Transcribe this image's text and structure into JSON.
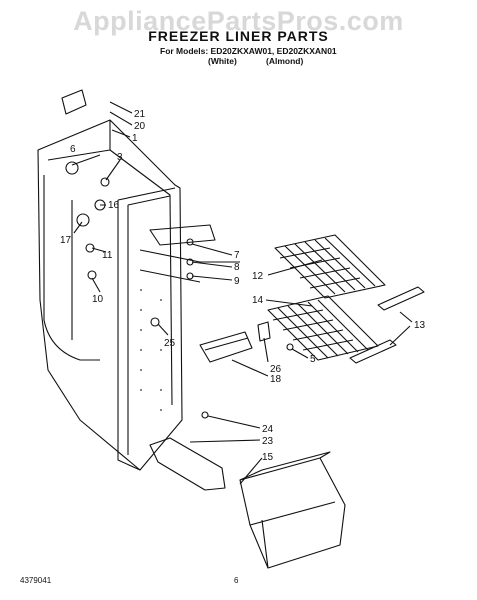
{
  "header": {
    "watermark": "AppliancePartsPros.com",
    "title": "FREEZER LINER PARTS",
    "models": "For Models: ED20ZKXAW01, ED20ZKXAN01",
    "variant_white": "(White)",
    "variant_almond": "(Almond)"
  },
  "callouts": [
    "21",
    "20",
    "1",
    "6",
    "3",
    "16",
    "17",
    "11",
    "10",
    "7",
    "8",
    "9",
    "12",
    "14",
    "13",
    "25",
    "26",
    "5",
    "18",
    "24",
    "23",
    "15"
  ],
  "footer": {
    "doc_number": "4379041",
    "page_number": "6"
  }
}
